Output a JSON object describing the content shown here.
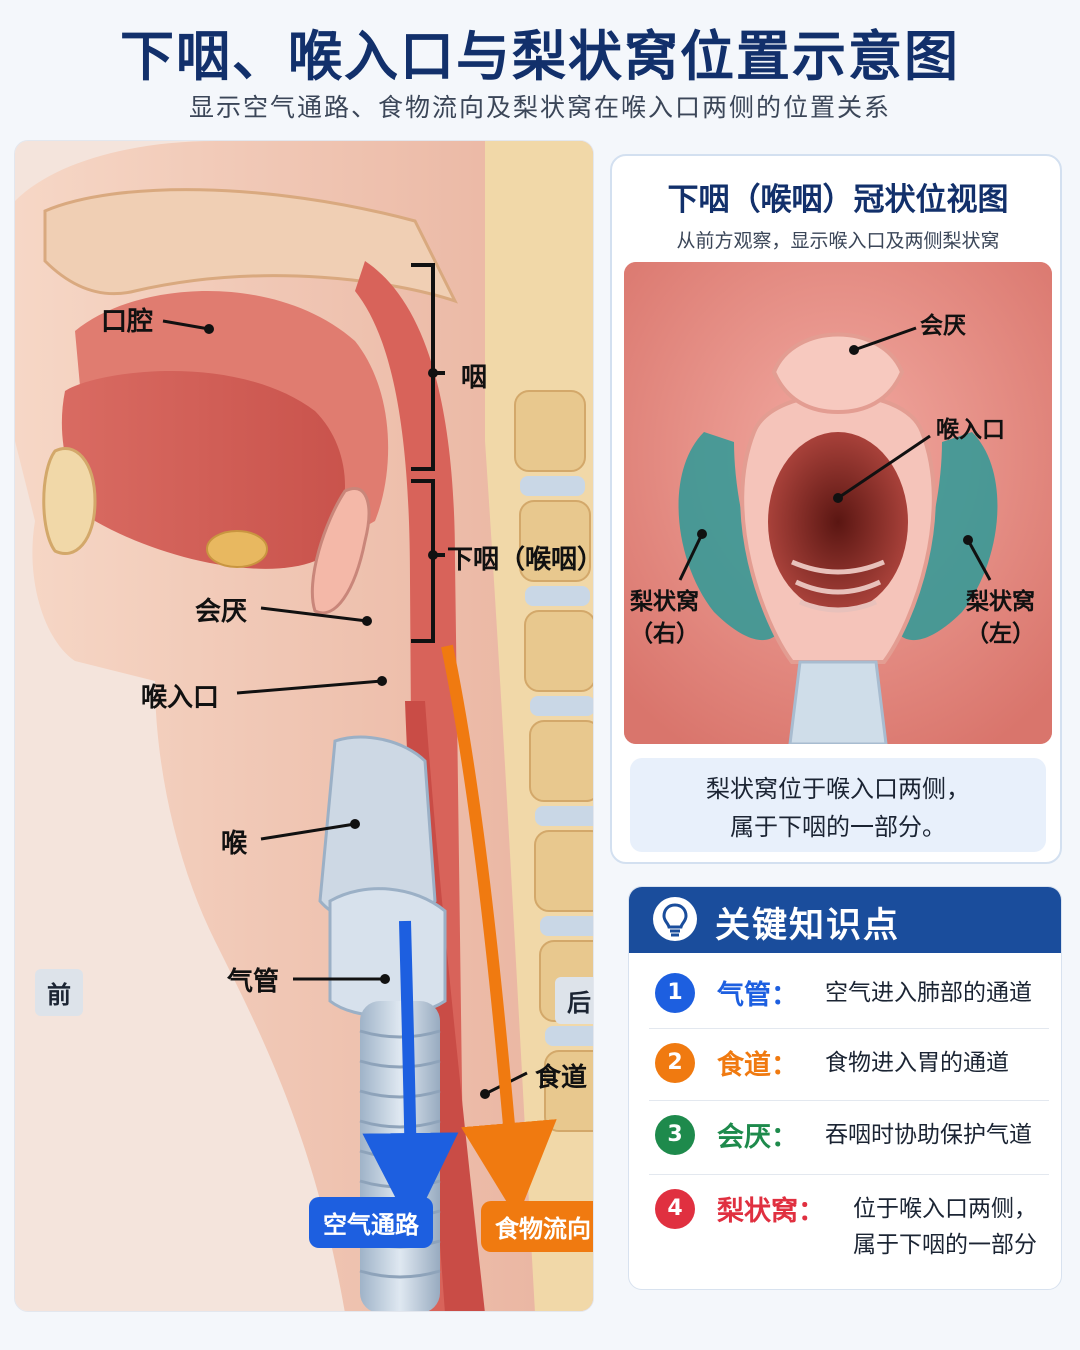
{
  "header": {
    "title": "下咽、喉入口与梨状窝位置示意图",
    "subtitle": "显示空气通路、食物流向及梨状窝在喉入口两侧的位置关系"
  },
  "sagittal": {
    "labels": {
      "oral_cavity": "口腔",
      "pharynx": "咽",
      "hypopharynx": "下咽（喉咽）",
      "epiglottis": "会厌",
      "laryngeal_inlet": "喉入口",
      "larynx": "喉",
      "trachea": "气管",
      "esophagus": "食道"
    },
    "orientation": {
      "front": "前",
      "back": "后"
    },
    "air_path": "空气通路",
    "food_path": "食物流向",
    "colors": {
      "air": "#1d5fe0",
      "food": "#f07a10"
    }
  },
  "coronal": {
    "title": "下咽（喉咽）冠状位视图",
    "subtitle": "从前方观察，显示喉入口及两侧梨状窝",
    "labels": {
      "epiglottis": "会厌",
      "laryngeal_inlet": "喉入口",
      "piriform_right": "梨状窝",
      "piriform_right_side": "（右）",
      "piriform_left": "梨状窝",
      "piriform_left_side": "（左）"
    },
    "note_line1": "梨状窝位于喉入口两侧，",
    "note_line2": "属于下咽的一部分。"
  },
  "key_points": {
    "title": "关键知识点",
    "items": [
      {
        "num": "1",
        "term": "气管：",
        "desc": "空气进入肺部的通道",
        "desc2": "",
        "color": "#1d5fe0"
      },
      {
        "num": "2",
        "term": "食道：",
        "desc": "食物进入胃的通道",
        "desc2": "",
        "color": "#f07a10"
      },
      {
        "num": "3",
        "term": "会厌：",
        "desc": "吞咽时协助保护气道",
        "desc2": "",
        "color": "#1e8a4c"
      },
      {
        "num": "4",
        "term": "梨状窝：",
        "desc": "位于喉入口两侧，",
        "desc2": "属于下咽的一部分",
        "color": "#e03040"
      }
    ]
  }
}
